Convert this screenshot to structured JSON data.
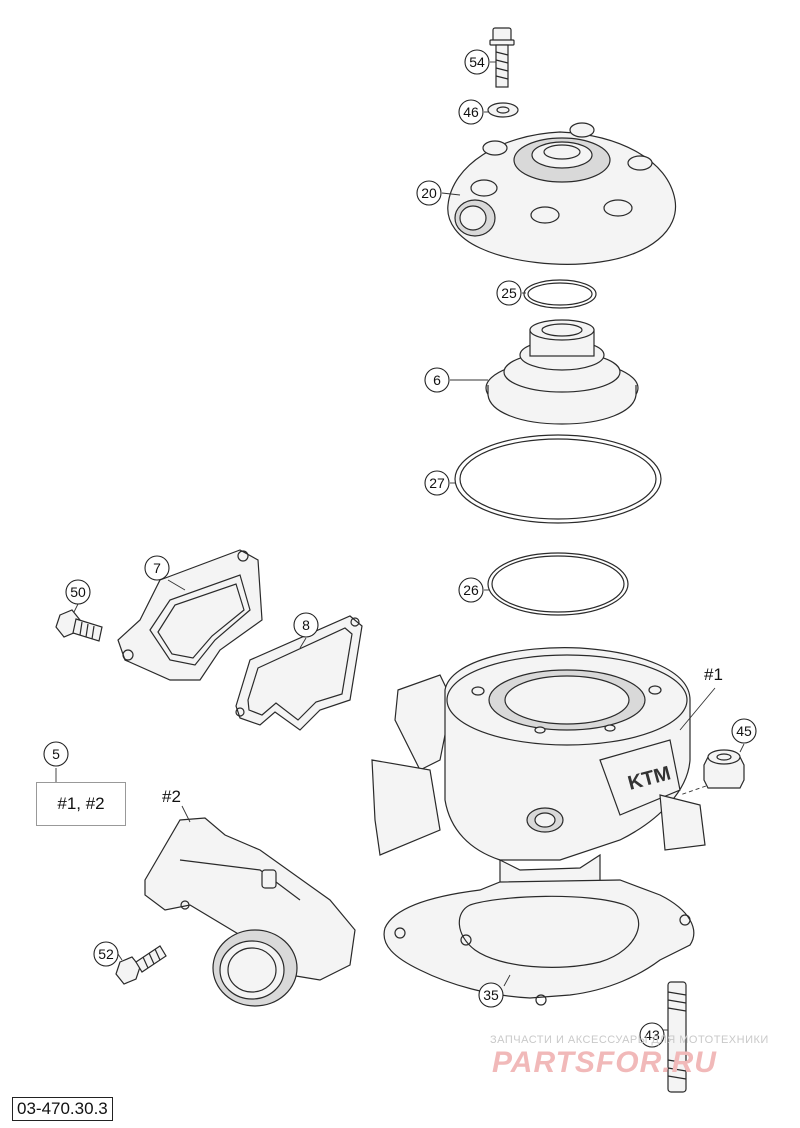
{
  "callouts": {
    "p54": "54",
    "p46": "46",
    "p20": "20",
    "p25": "25",
    "p6": "6",
    "p27": "27",
    "p7": "7",
    "p50": "50",
    "p8": "8",
    "p26": "26",
    "p5": "5",
    "p45": "45",
    "p52": "52",
    "p35": "35",
    "p43": "43"
  },
  "refs": {
    "assembly_1": "#1",
    "assembly_2": "#2",
    "kit_box": "#1, #2"
  },
  "drawing_number": "03-470.30.3",
  "watermark": {
    "tagline": "ЗАПЧАСТИ И АКСЕССУАРЫ ДЛЯ МОТОТЕХНИКИ",
    "brand": "PARTSFOR.RU"
  }
}
